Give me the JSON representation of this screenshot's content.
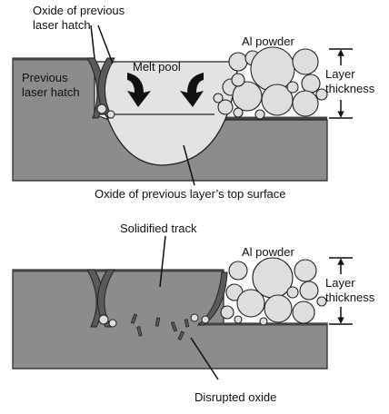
{
  "top_panel": {
    "label_oxide_previous_hatch": [
      "Oxide of previous",
      "laser hatch"
    ],
    "label_previous_hatch": [
      "Previous",
      "laser hatch"
    ],
    "label_melt_pool": "Melt pool",
    "label_al_powder": "Al powder",
    "label_layer_thickness": [
      "Layer",
      "thickness"
    ],
    "label_oxide_top_surface": "Oxide of previous layer’s top surface"
  },
  "bottom_panel": {
    "label_solidified_track": "Solidified track",
    "label_al_powder": "Al powder",
    "label_layer_thickness": [
      "Layer",
      "thickness"
    ],
    "label_disrupted_oxide": "Disrupted oxide"
  },
  "colors": {
    "substrate": "#8c8c8c",
    "melt_pool": "#e3e3e3",
    "powder": "#dedede",
    "oxide": "#5a5a5a",
    "outline": "#222222"
  }
}
